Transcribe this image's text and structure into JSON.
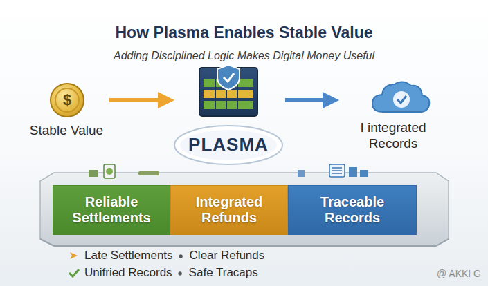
{
  "diagram": {
    "title": "How Plasma Enables Stable Value",
    "nodes": [
      {
        "text": [
          "$",
          "Stable Value"
        ]
      },
      {
        "text": [
          "PLASMA"
        ]
      },
      {
        "text": [
          "I integrated Records"
        ]
      },
      {
        "text": [
          "Reliable Settlements"
        ]
      },
      {
        "text": [
          "Integrated Refunds"
        ]
      },
      {
        "text": [
          "Traceable Records"
        ]
      }
    ],
    "edges": [
      {
        "from": 0,
        "to": 1,
        "arrow": "to"
      },
      {
        "from": 1,
        "to": 2,
        "arrow": "to"
      }
    ],
    "labels": [
      "Adding Disciplined Logic Makes Digital Money Useful",
      "Late Settlements",
      "Clear Refunds",
      "Unifried Records",
      "Safe Tracaps",
      "@ AKKI G"
    ]
  }
}
